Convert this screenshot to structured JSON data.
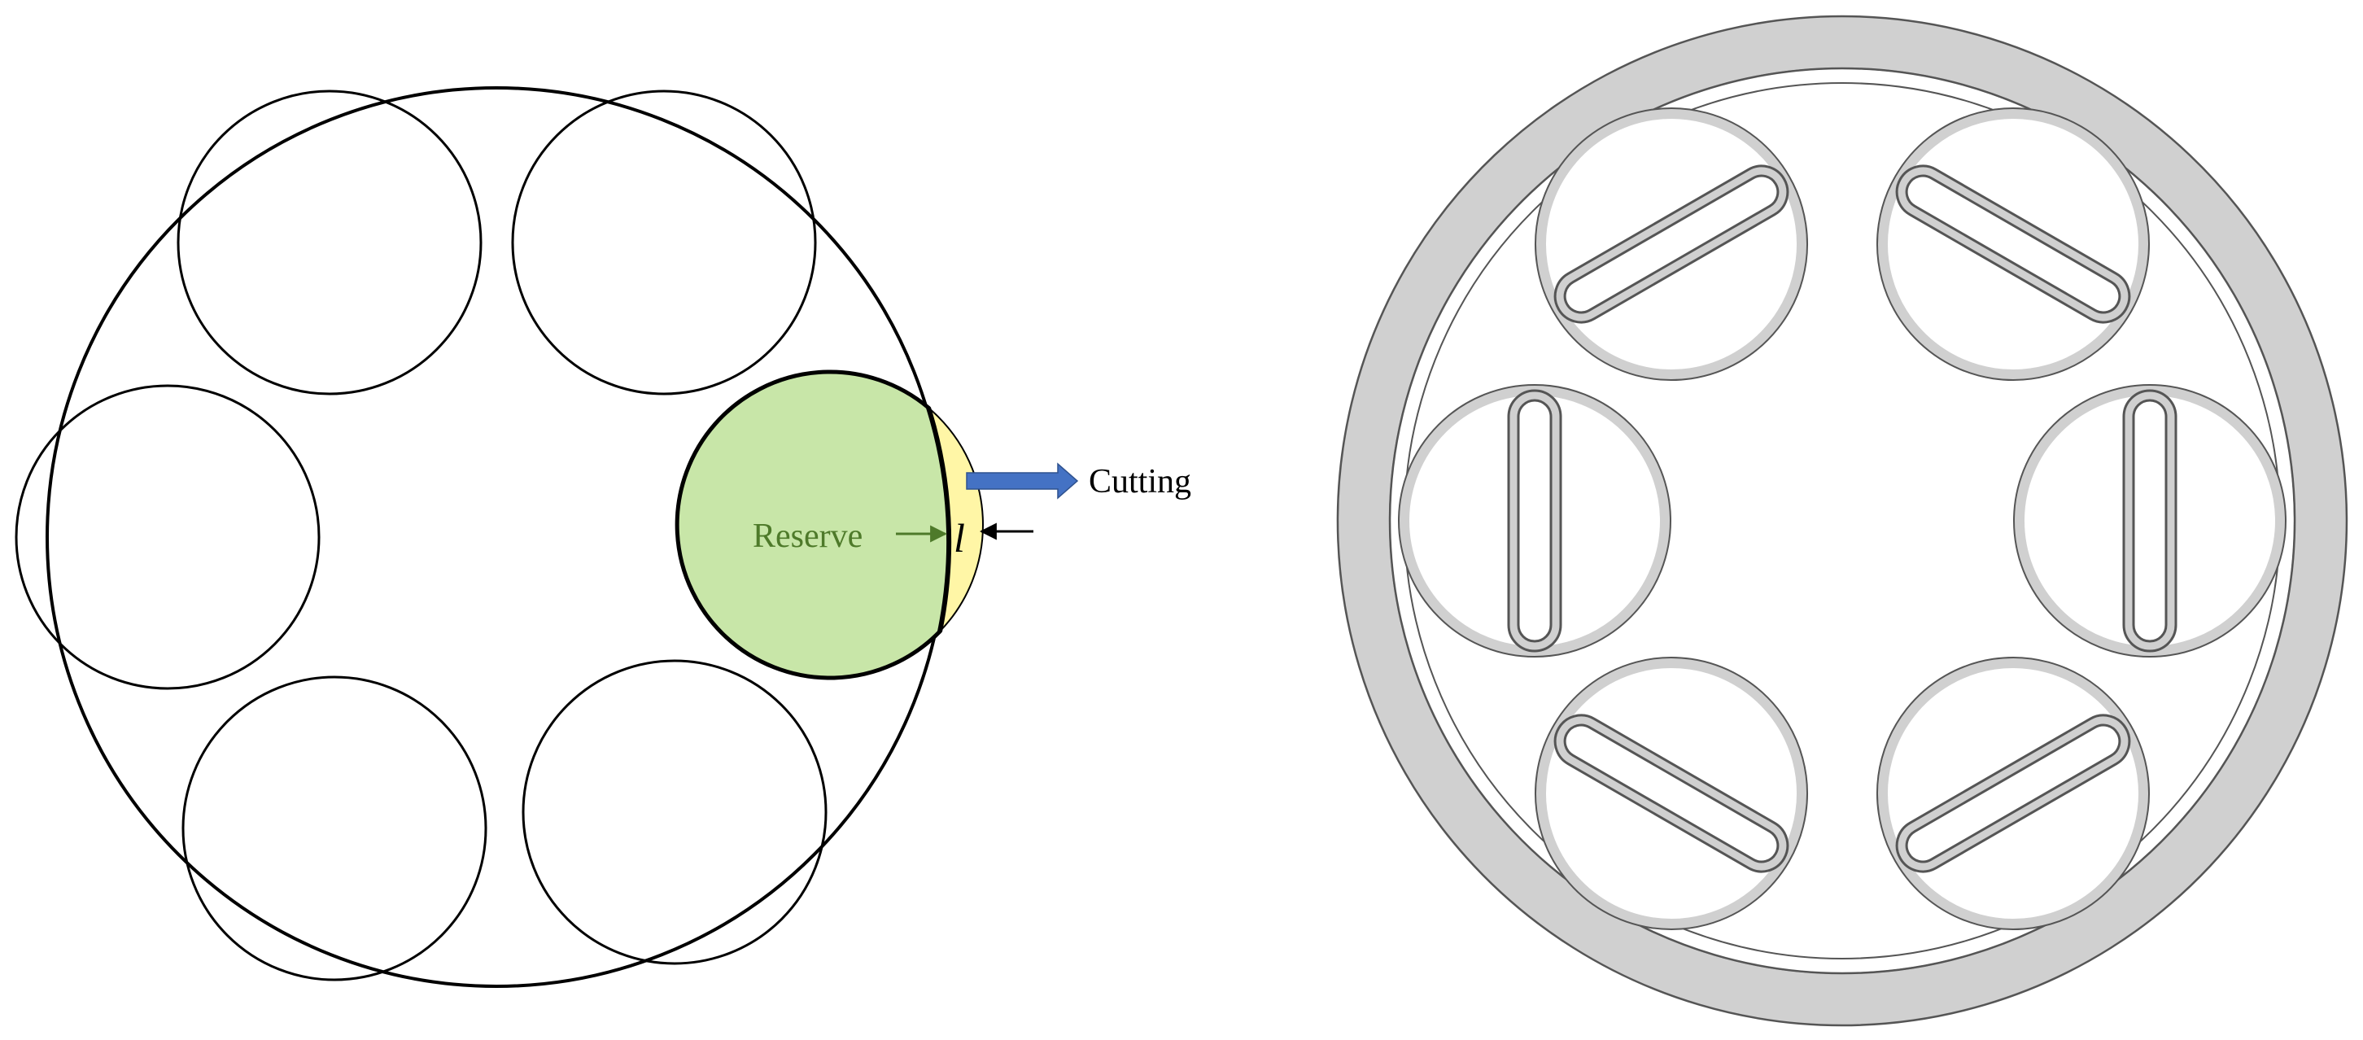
{
  "left_diagram": {
    "reserve_label": "Reserve",
    "cutting_label": "Cutting",
    "length_symbol": "l",
    "colors": {
      "reserve_fill": "#c8e6a8",
      "cut_fill": "#fff6a6",
      "reserve_text": "#4e7a2a",
      "cutting_arrow": "#4472c4",
      "stroke": "#000000"
    }
  },
  "right_diagram": {
    "colors": {
      "wall_fill": "#d0d0d0",
      "stroke": "#555555"
    }
  }
}
